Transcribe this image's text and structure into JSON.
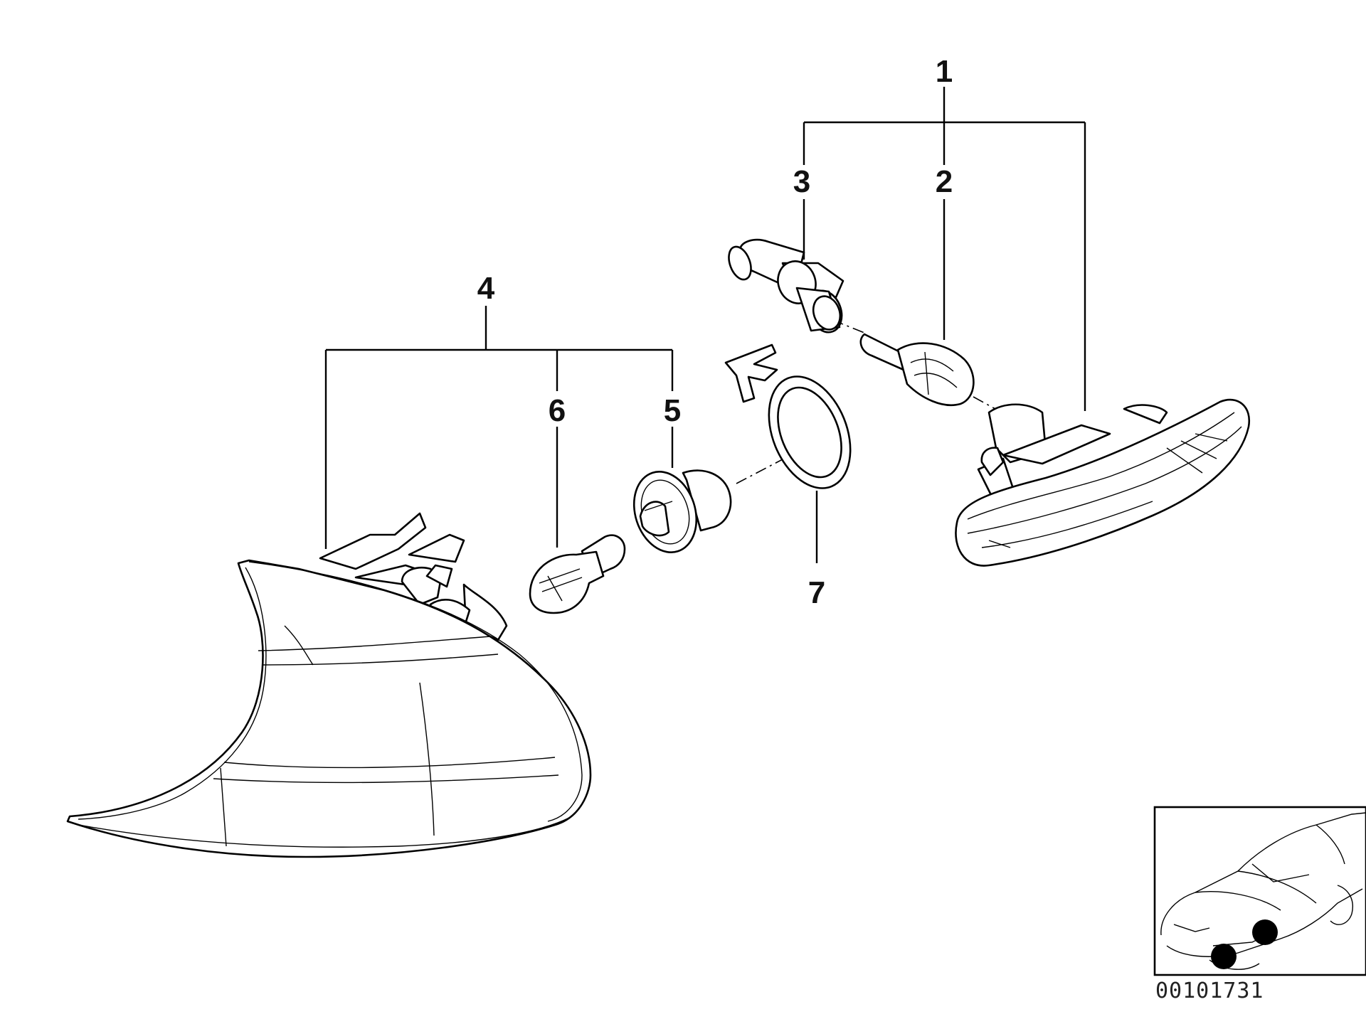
{
  "labels": {
    "p1": "1",
    "p2": "2",
    "p3": "3",
    "p4": "4",
    "p5": "5",
    "p6": "6",
    "p7": "7"
  },
  "drawing_code": "00101731",
  "icons": {
    "corner_light": "front-corner-turn-signal-lens",
    "side_marker": "side-marker-repeater-light",
    "bulb_socket": "bulb-socket",
    "bulb_small": "wedge-bulb",
    "bulb_large": "bayonet-bulb",
    "gasket": "seal-ring",
    "car_thumbnail": "car-location-thumbnail"
  },
  "colors": {
    "ink": "#000000",
    "background": "#ffffff",
    "marker": "#000000"
  }
}
